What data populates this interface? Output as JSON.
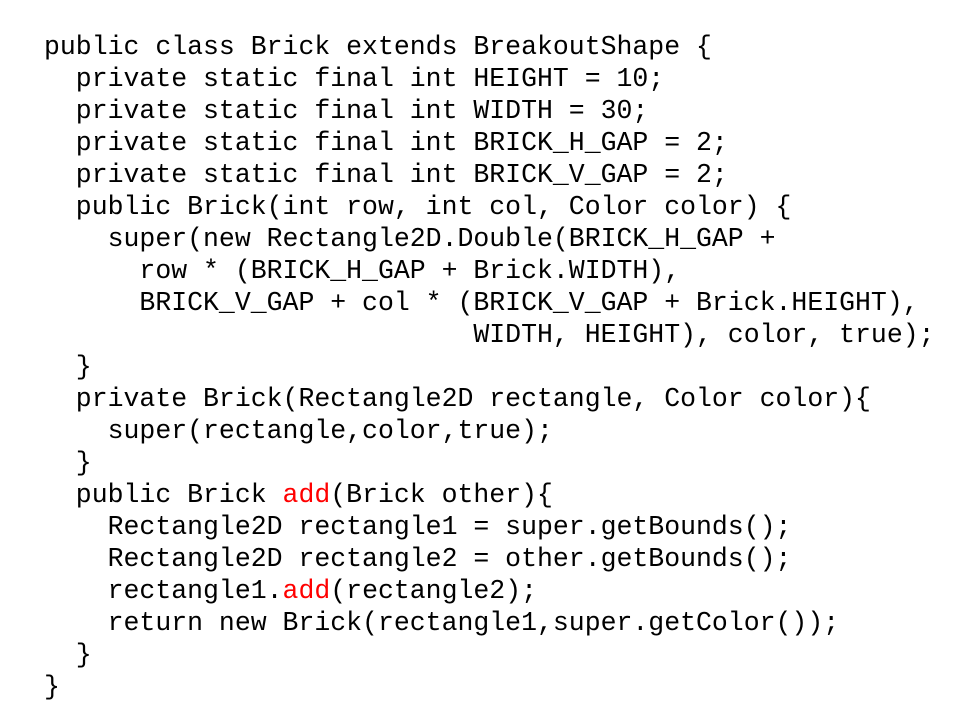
{
  "colors": {
    "text": "#000000",
    "highlight": "#ff0000",
    "background": "#ffffff"
  },
  "code": {
    "lines": [
      {
        "pre": "public class Brick extends BreakoutShape {",
        "hl": "",
        "post": ""
      },
      {
        "pre": "  private static final int HEIGHT = 10;",
        "hl": "",
        "post": ""
      },
      {
        "pre": "  private static final int WIDTH = 30;",
        "hl": "",
        "post": ""
      },
      {
        "pre": "  private static final int BRICK_H_GAP = 2;",
        "hl": "",
        "post": ""
      },
      {
        "pre": "  private static final int BRICK_V_GAP = 2;",
        "hl": "",
        "post": ""
      },
      {
        "pre": "  public Brick(int row, int col, Color color) {",
        "hl": "",
        "post": ""
      },
      {
        "pre": "    super(new Rectangle2D.Double(BRICK_H_GAP +",
        "hl": "",
        "post": ""
      },
      {
        "pre": "      row * (BRICK_H_GAP + Brick.WIDTH),",
        "hl": "",
        "post": ""
      },
      {
        "pre": "      BRICK_V_GAP + col * (BRICK_V_GAP + Brick.HEIGHT),",
        "hl": "",
        "post": ""
      },
      {
        "pre": "                           WIDTH, HEIGHT), color, true);",
        "hl": "",
        "post": ""
      },
      {
        "pre": "  }",
        "hl": "",
        "post": ""
      },
      {
        "pre": "  private Brick(Rectangle2D rectangle, Color color){",
        "hl": "",
        "post": ""
      },
      {
        "pre": "    super(rectangle,color,true);",
        "hl": "",
        "post": ""
      },
      {
        "pre": "  }",
        "hl": "",
        "post": ""
      },
      {
        "pre": "  public Brick ",
        "hl": "add",
        "post": "(Brick other){"
      },
      {
        "pre": "    Rectangle2D rectangle1 = super.getBounds();",
        "hl": "",
        "post": ""
      },
      {
        "pre": "    Rectangle2D rectangle2 = other.getBounds();",
        "hl": "",
        "post": ""
      },
      {
        "pre": "    rectangle1.",
        "hl": "add",
        "post": "(rectangle2);"
      },
      {
        "pre": "    return new Brick(rectangle1,super.getColor());",
        "hl": "",
        "post": ""
      },
      {
        "pre": "  }",
        "hl": "",
        "post": ""
      },
      {
        "pre": "}",
        "hl": "",
        "post": ""
      }
    ]
  }
}
